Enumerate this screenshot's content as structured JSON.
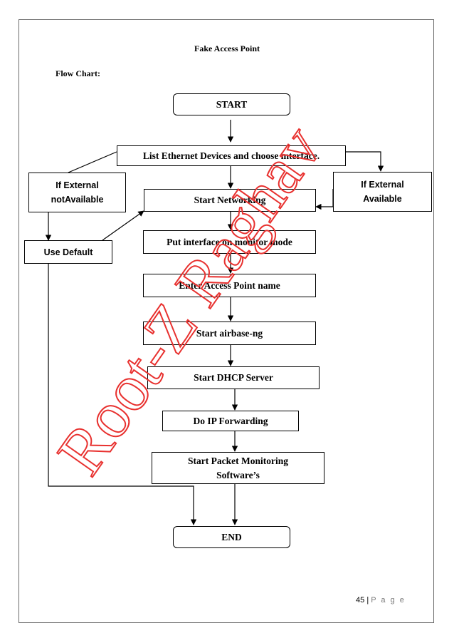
{
  "document": {
    "title": "Fake Access Point",
    "subtitle": "Flow Chart:"
  },
  "flowchart": {
    "start": "START",
    "list_devices": "List Ethernet Devices and choose interface.",
    "if_external_not_line1": "If External",
    "if_external_not_line2": "notAvailable",
    "if_external_avail_line1": "If External",
    "if_external_avail_line2": "Available",
    "start_networking": "Start Networking",
    "use_default": "Use Default",
    "monitor_mode": "Put interface on monitor mode",
    "ap_name": "Enter Access Point name",
    "airbase": "Start airbase-ng",
    "dhcp": "Start DHCP Server",
    "ip_forward": "Do IP Forwarding",
    "packet_monitor_line1": "Start Packet Monitoring",
    "packet_monitor_line2": "Software’s",
    "end": "END"
  },
  "watermark": {
    "text": "Root-Z Raghav",
    "color": "#e8312f"
  },
  "footer": {
    "page_number": "45",
    "separator": "|",
    "page_label": "P a g e"
  }
}
